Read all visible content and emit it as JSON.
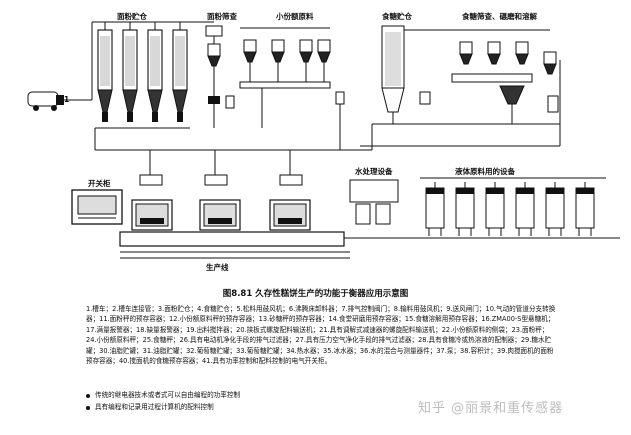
{
  "diagram": {
    "labels": {
      "flour_silo": "面粉贮仓",
      "flour_sifting": "面粉筛查",
      "minor_ingredients": "小份额原料",
      "sugar_silo": "食糖贮仓",
      "sugar_process": "食糖筛查、碾磨和溶解",
      "control_cabinet": "开关柜",
      "water_treatment": "水处理设备",
      "liquid_ingredients": "液体原料用的设备",
      "production_line": "生产线",
      "vehicle_mark": "1"
    }
  },
  "caption": "图8.81 久存性糕饼生产的功能于衡器应用示意图",
  "legend_text": "1.槽车；2.槽车连接管；3.面粉贮仓；4.食糖贮仓；5.松料用鼓风机；6.沸腾床卸料器；7.排气控制阀门；8.输料用鼓风机；9.送风闸门；10.气动的管道分支转换器；11.面粉秤的预存容器；12.小份额原料秤的预存容器；13.砂糖秤的预存容器；14.食堂研磨用预存容器；15.食糖溶解用预存容器；16.ZMA00-S型悬糖机；17.满量报警器；18.缺量报警器；19.出料搅拌器；20.挟板式螺旋配料输送机；21.具有调解式减速器的螺旋配料输送机；22.小份额原料的侧袋；23.面粉秤；24.小份额原料秤；25.食糖秤；26.具有电动机净化手段的排气过滤器；27.具有压力空气净化手段的排气过滤器；28.具有食糖冷或热溶液的配制器；29.糖水贮罐；30.油脂贮罐；31.油脂贮罐；32.葡萄糖贮罐；33.葡萄糖贮罐；34.热水器；35.冰水器；36.水的混合与测量器件；37.泵；38.容积计；39.肉搅面机的面粉预存容器；40.搅面机的食糖预存容器；41.具有功率控制和配料控制的电气开关柜。",
  "bullets": [
    "传统的继电器技术或者式可以自由编程的功率控制",
    "具有编程和记录用过程计算机的配料控制"
  ],
  "watermark": "知乎 @丽景和重传感器"
}
